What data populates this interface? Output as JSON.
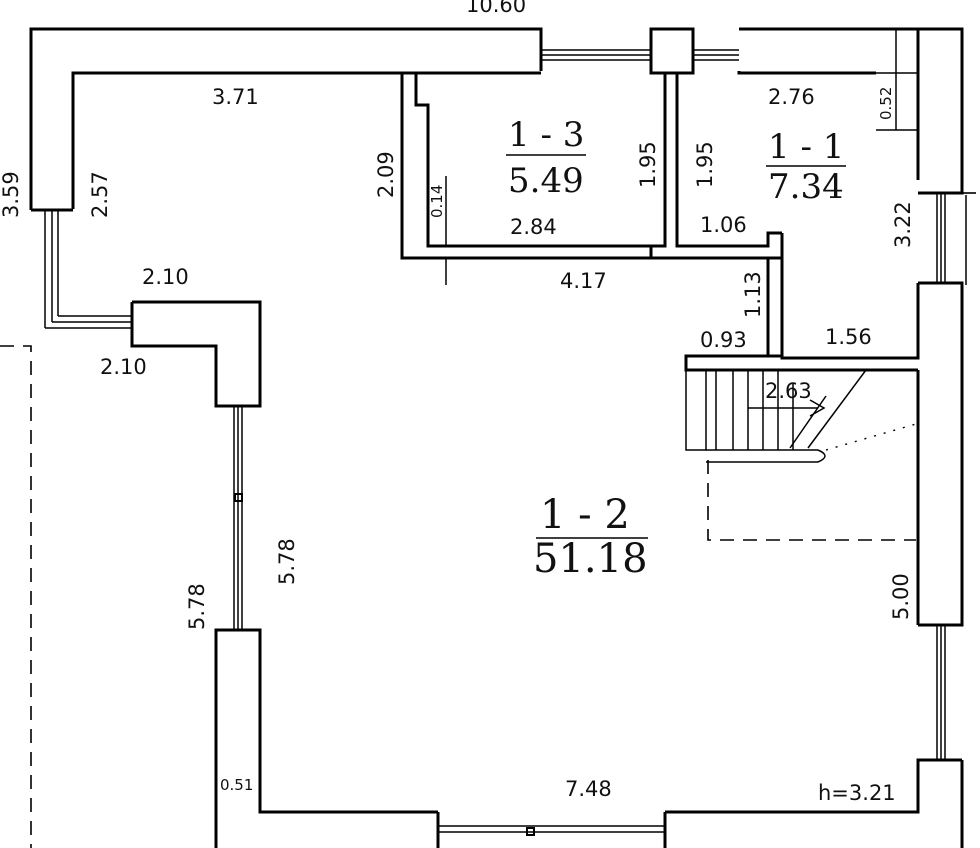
{
  "rooms": [
    {
      "id": "1 - 3",
      "area": "5.49"
    },
    {
      "id": "1 - 1",
      "area": "7.34"
    },
    {
      "id": "1 - 2",
      "area": "51.18"
    }
  ],
  "dimensions": {
    "top_overall": "10.60",
    "left_top": "3.59",
    "room12_top": "3.71",
    "room12_left_upper": "2.57",
    "room13_right_partition": "2.09",
    "room13_height_a": "1.95",
    "room13_height_b": "1.95",
    "room13_niche": "0.14",
    "room13_width": "2.84",
    "corridor_width": "4.17",
    "room11_top": "2.76",
    "room11_right_niche": "0.52",
    "room11_height": "3.22",
    "room11_bottom_left": "1.06",
    "passage_height": "1.13",
    "passage_width": "0.93",
    "room11_bottom_right": "1.56",
    "stair_length": "2.63",
    "projection_top": "2.10",
    "projection_bottom": "2.10",
    "left_inner_height": "5.78",
    "left_outer_height": "5.78",
    "right_height": "5.00",
    "wall_thickness": "0.51",
    "bottom_width": "7.48",
    "ceiling_height": "h=3.21"
  }
}
